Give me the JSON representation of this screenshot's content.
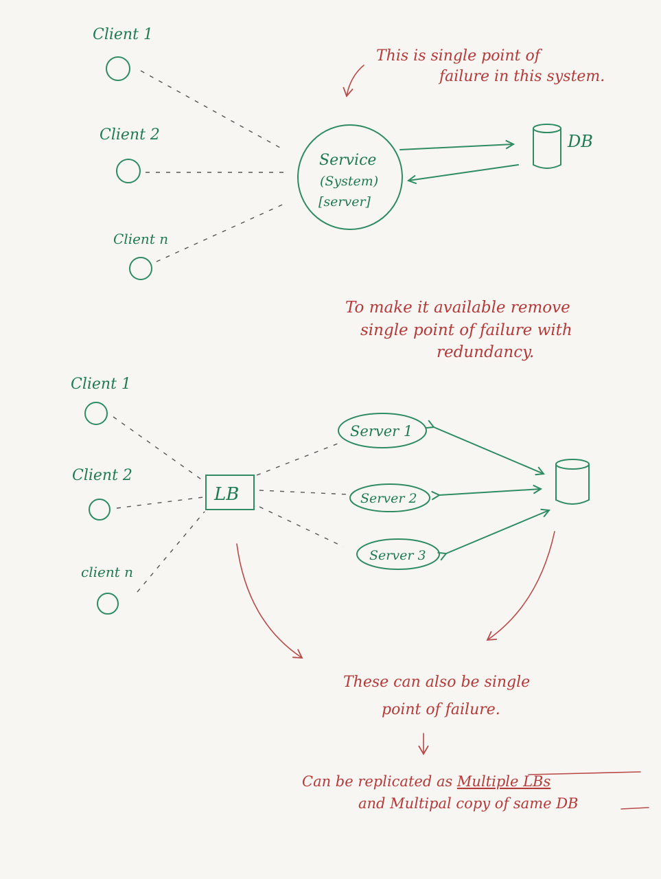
{
  "top": {
    "clients": [
      "Client 1",
      "Client 2",
      "Client n"
    ],
    "service": [
      "Service",
      "(System)",
      "[server]"
    ],
    "db_label": "DB",
    "note": [
      "This is single point of",
      "failure in this system."
    ]
  },
  "middle_note": [
    "To make it available remove",
    "single point of failure with",
    "redundancy."
  ],
  "bottom": {
    "clients": [
      "Client 1",
      "Client 2",
      "client n"
    ],
    "lb_label": "LB",
    "servers": [
      "Server 1",
      "Server 2",
      "Server 3"
    ]
  },
  "bottom_note": [
    "These can also be single",
    "point of failure."
  ],
  "conclusion": {
    "line1_prefix": "Can be replicated as ",
    "line1_underlined": "Multiple LBs",
    "line2_prefix": "and Multipal copy of same ",
    "line2_underlined": "DB"
  },
  "colors": {
    "green": "#2e8b62",
    "red": "#b84a4a",
    "paper": "#f7f6f2"
  }
}
